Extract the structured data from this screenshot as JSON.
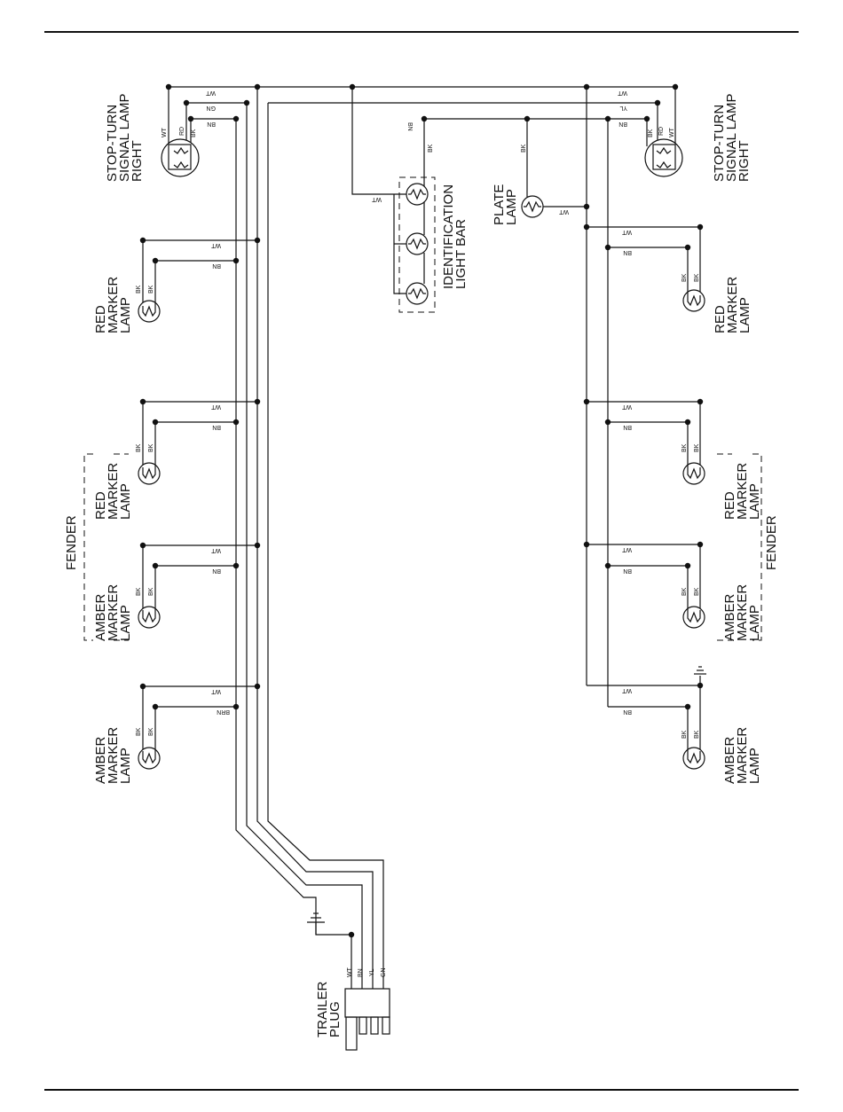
{
  "wire_codes": {
    "wt": "WT",
    "bn": "BN",
    "gn": "GN",
    "yl": "YL",
    "rd": "RD",
    "bk": "BK",
    "brn": "BRN"
  },
  "labels": {
    "stop_turn_right": [
      "STOP-TURN",
      "SIGNAL LAMP",
      "RIGHT"
    ],
    "stop_turn_left": [
      "STOP-TURN",
      "SIGNAL LAMP",
      "RIGHT"
    ],
    "red_marker": [
      "RED",
      "MARKER",
      "LAMP"
    ],
    "amber_marker": [
      "AMBER",
      "MARKER",
      "LAMP"
    ],
    "fender": "FENDER",
    "id_light_bar": [
      "IDENTIFICATION",
      "LIGHT BAR"
    ],
    "plate_lamp": [
      "PLATE",
      "LAMP"
    ],
    "trailer_plug": [
      "TRAILER",
      "PLUG"
    ]
  },
  "colors": {
    "ink": "#111111",
    "paper": "#ffffff"
  }
}
